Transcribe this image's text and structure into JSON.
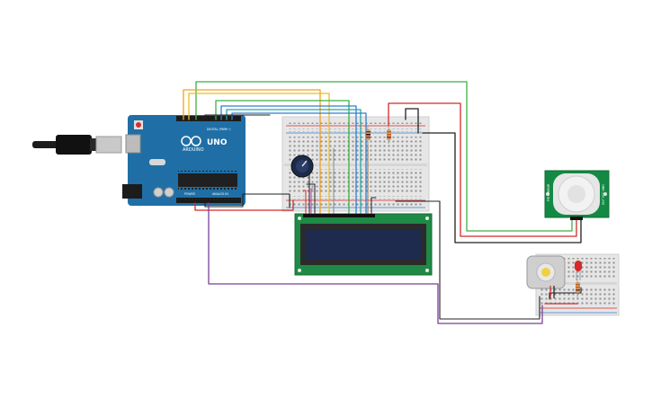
{
  "arduino": {
    "model_label": "UNO",
    "brand_label": "ARDUINO",
    "digital_label": "DIGITAL (PWM~)",
    "power_label": "POWER",
    "analog_label": "ANALOG IN"
  },
  "pir_sensor": {
    "left_label": "PIR SENSOR",
    "right_label": "OUT VCC GND"
  },
  "wire_colors": {
    "red": "#d62828",
    "black": "#202020",
    "green": "#3cb043",
    "orange": "#f0a020",
    "yellow": "#e8c020",
    "blue": "#2f7fd0",
    "teal": "#2aa3a3",
    "purple": "#7b3f98",
    "gray": "#8a8a8a"
  },
  "components": [
    "usb-cable",
    "arduino-uno",
    "breadboard-main",
    "potentiometer",
    "lcd-16x2",
    "resistor",
    "pir-sensor",
    "breadboard-small",
    "dc-motor",
    "red-led"
  ]
}
